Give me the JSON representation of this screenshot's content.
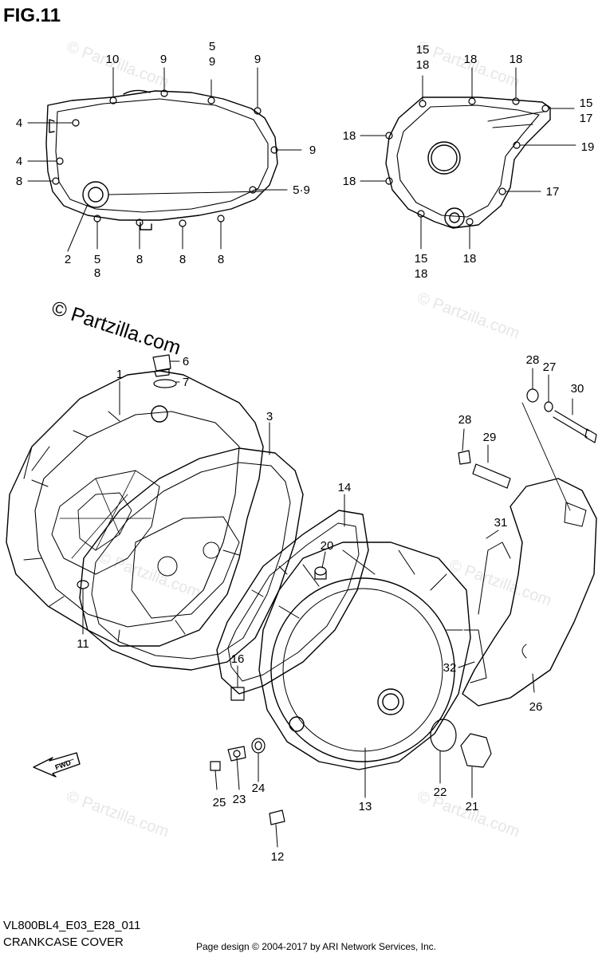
{
  "figure_title": "FIG.11",
  "watermark": "© Partzilla.com",
  "fwd_label": "FWD",
  "footer": {
    "code": "VL800BL4_E03_E28_011",
    "name": "CRANKCASE COVER",
    "credit": "Page design © 2004-2017 by ARI Network Services, Inc."
  },
  "callouts": {
    "clutch_cover_inset": [
      "10",
      "9",
      "5",
      "9",
      "9",
      "4",
      "4",
      "9",
      "8",
      "5·9",
      "2",
      "5",
      "8",
      "8",
      "8",
      "8"
    ],
    "magneto_cover_inset": [
      "15",
      "18",
      "18",
      "18",
      "15",
      "17",
      "18",
      "19",
      "18",
      "17",
      "15",
      "18",
      "18"
    ],
    "main_assembly": [
      "1",
      "6",
      "7",
      "3",
      "14",
      "20",
      "11",
      "16",
      "13",
      "25",
      "23",
      "24",
      "12",
      "28",
      "27",
      "30",
      "28",
      "29",
      "31",
      "32",
      "26",
      "22",
      "21"
    ]
  }
}
